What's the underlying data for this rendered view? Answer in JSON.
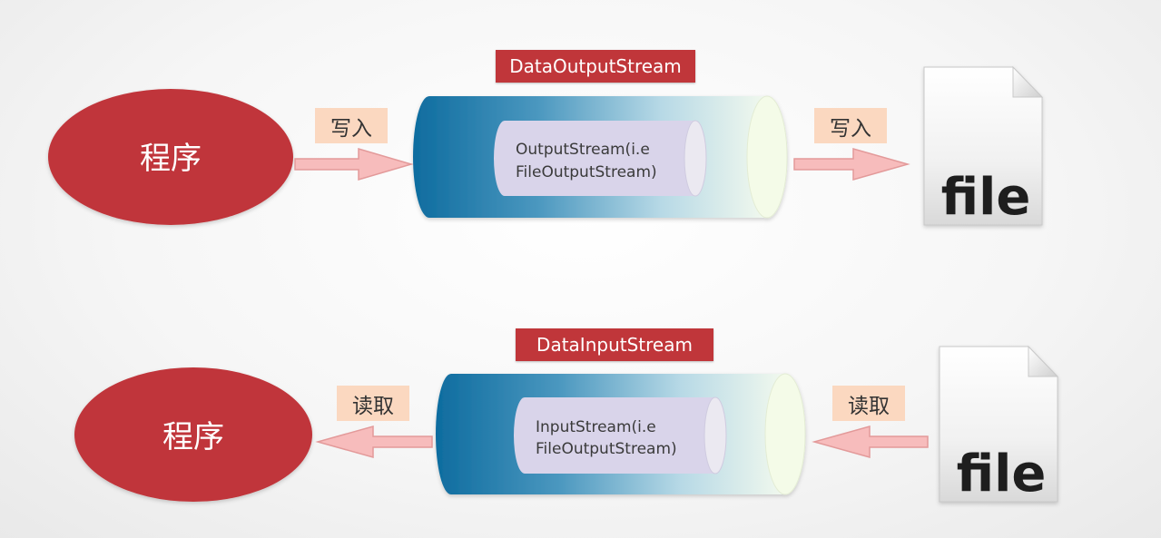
{
  "top_flow": {
    "program_label": "程序",
    "stream_name": "DataOutputStream",
    "inner_stream_line1": "OutputStream(i.e",
    "inner_stream_line2": "FileOutputStream)",
    "action_left": "写入",
    "action_right": "写入",
    "file_label": "file",
    "direction": "program-to-file"
  },
  "bottom_flow": {
    "program_label": "程序",
    "stream_name": "DataInputStream",
    "inner_stream_line1": "InputStream(i.e",
    "inner_stream_line2": "FileOutputStream)",
    "action_left": "读取",
    "action_right": "读取",
    "file_label": "file",
    "direction": "file-to-program"
  },
  "colors": {
    "program_fill": "#c0363a",
    "tag_fill": "#c0363a",
    "action_tag_fill": "#fbd8c0",
    "arrow_fill": "#f7bcbc",
    "arrow_stroke": "#e39a9a",
    "pipe_dark": "#0f6fa3",
    "pipe_light": "#f5fbea",
    "inner_fill": "#d8d3ea"
  },
  "icons": {
    "file": "file-document-icon",
    "arrow": "block-arrow-icon"
  }
}
